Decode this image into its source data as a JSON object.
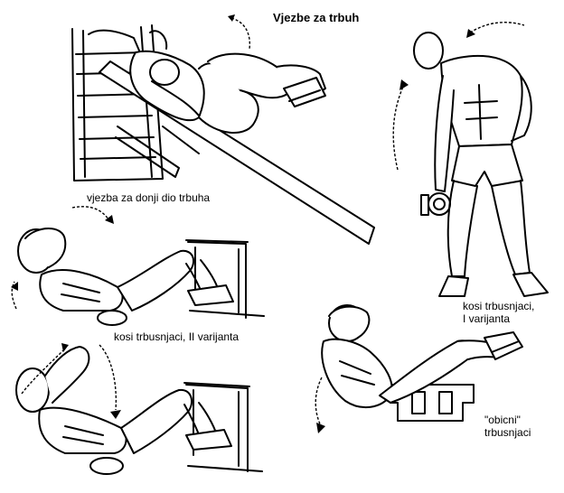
{
  "title": "Vjezbe za trbuh",
  "labels": {
    "lower_abs": "vjezba za donji dio trbuha",
    "obliques_1_line1": "kosi trbusnjaci,",
    "obliques_1_line2": "I varijanta",
    "obliques_2": "kosi trbusnjaci, II varijanta",
    "regular_line1": "\"obicni\"",
    "regular_line2": "trbusnjaci"
  },
  "colors": {
    "ink": "#000000",
    "background": "#ffffff"
  },
  "icons": [
    "motion-arrow-icon"
  ]
}
